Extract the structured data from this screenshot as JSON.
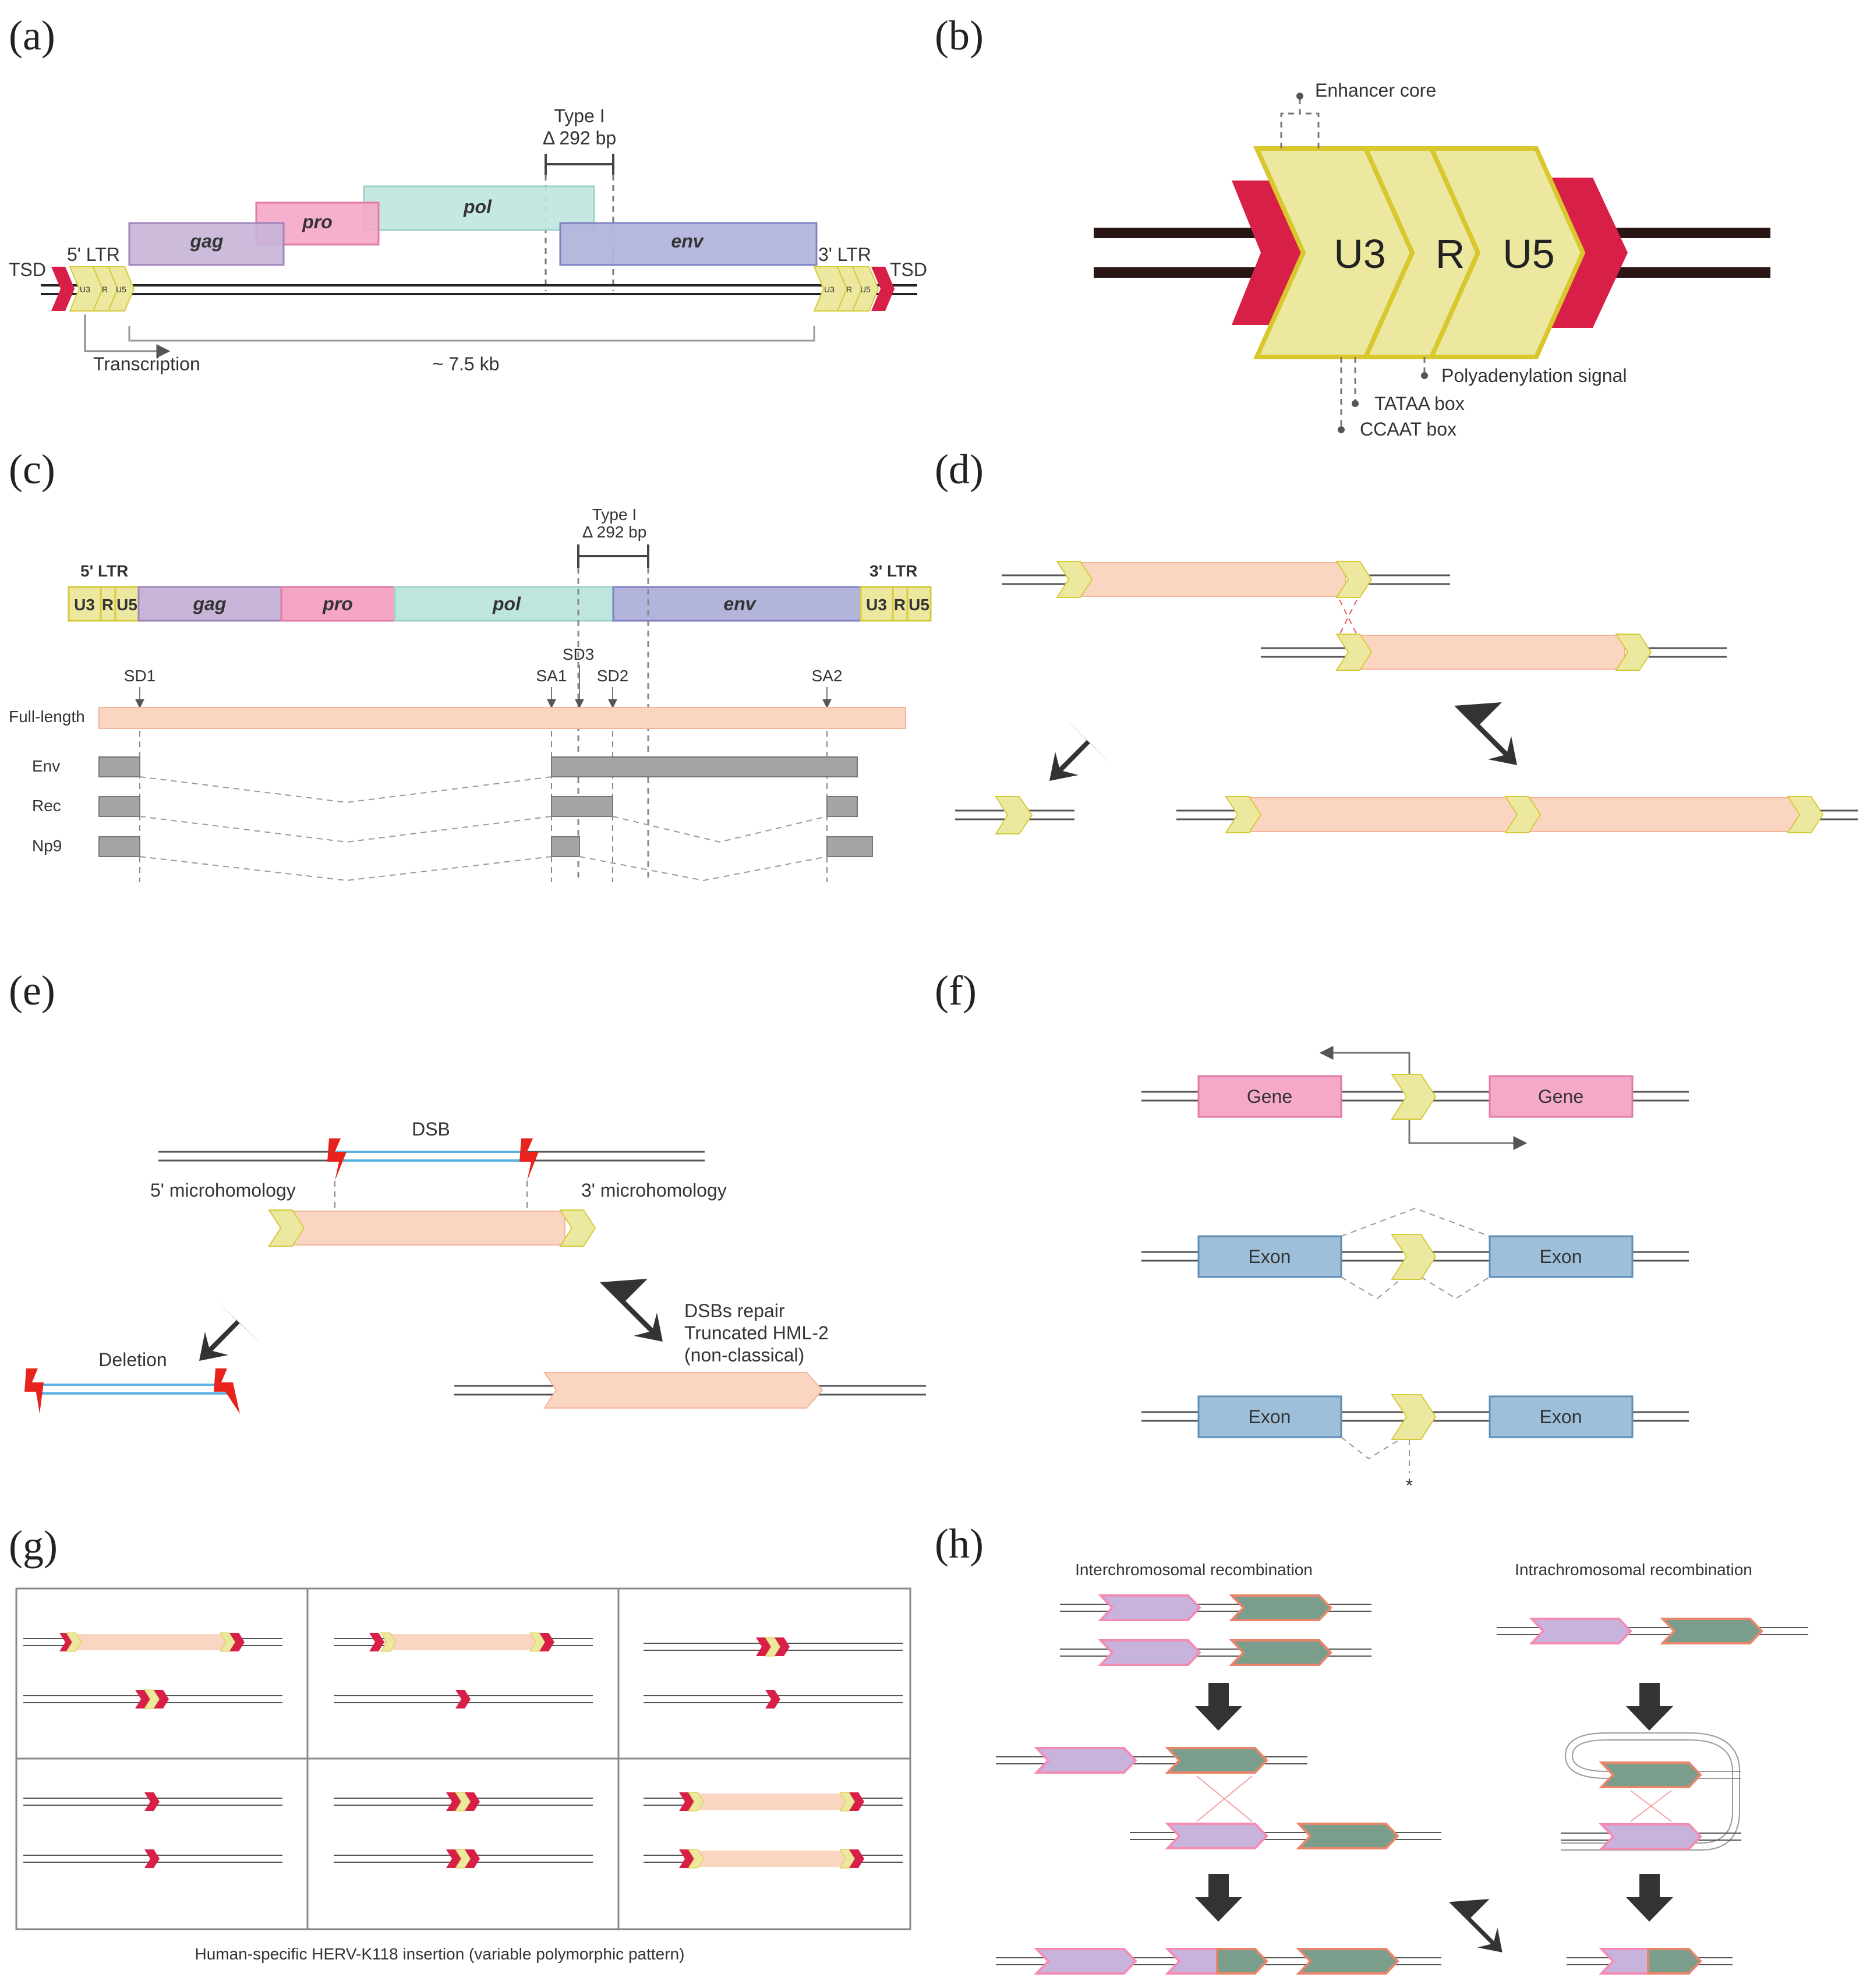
{
  "colors": {
    "ltr": "#ece8a0",
    "ltr_border": "#d6c93a",
    "tsd": "#d81f47",
    "gag": "#c8b4d8",
    "pro": "#f5a6c6",
    "pol": "#bfe5df",
    "env": "#b2b4dc",
    "transcript": "#fad6c2",
    "exon": "#9dbfd9",
    "gene": "#f6a8c8",
    "gray_exon": "#a5a5a5",
    "purple_block": "#c7b3dc",
    "green_block": "#7b9e8c",
    "dsb_line": "#5bb1df",
    "arrow_dark": "#333333"
  },
  "panels": {
    "a": {
      "label": "(a)",
      "type_i": "Type I",
      "delta": "Δ 292 bp",
      "gag": "gag",
      "pro": "pro",
      "pol": "pol",
      "env": "env",
      "tsd_left": "TSD",
      "tsd_right": "TSD",
      "ltr5": "5' LTR",
      "ltr3": "3' LTR",
      "u3": "U3",
      "r": "R",
      "u5": "U5",
      "transcription": "Transcription",
      "length": "~ 7.5 kb"
    },
    "b": {
      "label": "(b)",
      "enhancer": "Enhancer core",
      "u3": "U3",
      "r": "R",
      "u5": "U5",
      "polya": "Polyadenylation signal",
      "tataa": "TATAA box",
      "ccaat": "CCAAT box"
    },
    "c": {
      "label": "(c)",
      "type_i": "Type I",
      "delta": "Δ 292 bp",
      "ltr5": "5' LTR",
      "ltr3": "3' LTR",
      "u3": "U3",
      "r": "R",
      "u5": "U5",
      "gag": "gag",
      "pro": "pro",
      "pol": "pol",
      "env": "env",
      "sd1": "SD1",
      "sd2": "SD2",
      "sd3": "SD3",
      "sa1": "SA1",
      "sa2": "SA2",
      "full_length": "Full-length",
      "env_row": "Env",
      "rec_row": "Rec",
      "np9_row": "Np9"
    },
    "d": {
      "label": "(d)"
    },
    "e": {
      "label": "(e)",
      "dsb": "DSB",
      "mh5": "5' microhomology",
      "mh3": "3' microhomology",
      "deletion": "Deletion",
      "repair_line1": "DSBs repair",
      "repair_line2": "Truncated HML-2",
      "repair_line3": "(non-classical)"
    },
    "f": {
      "label": "(f)",
      "gene": "Gene",
      "exon": "Exon",
      "star": "*"
    },
    "g": {
      "label": "(g)",
      "caption": "Human-specific HERV-K118 insertion (variable polymorphic pattern)"
    },
    "h": {
      "label": "(h)",
      "inter": "Interchromosomal recombination",
      "intra": "Intrachromosomal recombination"
    }
  }
}
